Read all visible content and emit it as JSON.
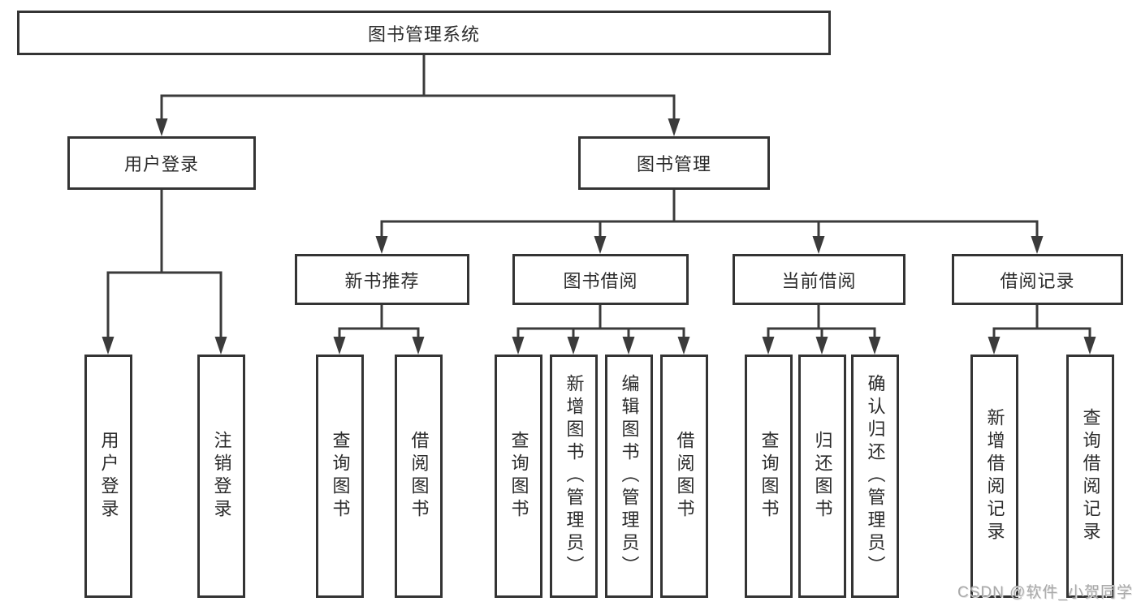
{
  "diagram_type": "hierarchy-tree",
  "tree": {
    "root": {
      "label": "图书管理系统"
    },
    "branches": [
      {
        "label": "用户登录",
        "children": [
          {
            "label": "用户登录"
          },
          {
            "label": "注销登录"
          }
        ]
      },
      {
        "label": "图书管理",
        "groups": [
          {
            "label": "新书推荐",
            "children": [
              {
                "label": "查询图书"
              },
              {
                "label": "借阅图书"
              }
            ]
          },
          {
            "label": "图书借阅",
            "children": [
              {
                "label": "查询图书"
              },
              {
                "label": "新增图书（管理员）"
              },
              {
                "label": "编辑图书（管理员）"
              },
              {
                "label": "借阅图书"
              }
            ]
          },
          {
            "label": "当前借阅",
            "children": [
              {
                "label": "查询图书"
              },
              {
                "label": "归还图书"
              },
              {
                "label": "确认归还（管理员）"
              }
            ]
          },
          {
            "label": "借阅记录",
            "children": [
              {
                "label": "新增借阅记录"
              },
              {
                "label": "查询借阅记录"
              }
            ]
          }
        ]
      }
    ]
  },
  "watermark": {
    "text": "CSDN @软件_小贺同学"
  },
  "colors": {
    "background": "#ffffff",
    "box_border": "#343434",
    "connector_line": "#3b3b3b",
    "text": "#2b2b2b",
    "watermark_text": "#a9a9a9"
  }
}
